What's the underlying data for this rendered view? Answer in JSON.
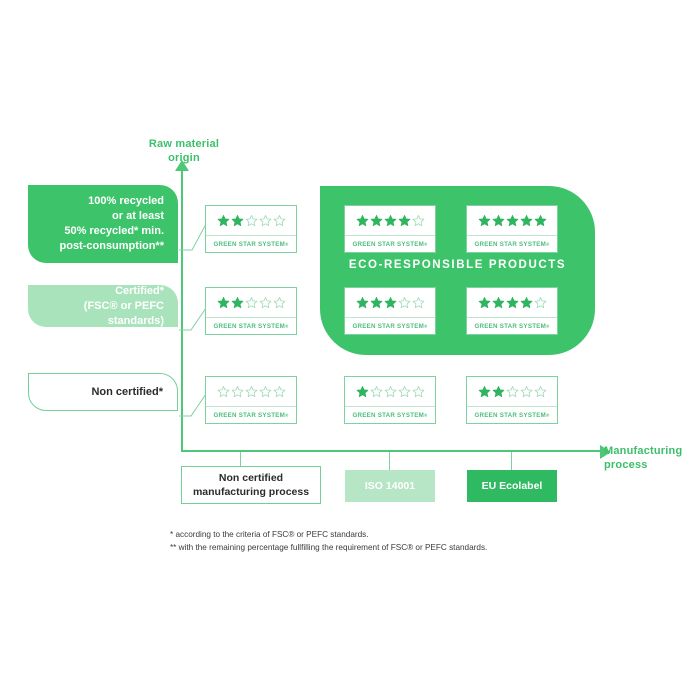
{
  "axes": {
    "y_label": "Raw material\norigin",
    "y_label_line1": "Raw material",
    "y_label_line2": "origin",
    "x_label_line1": "Manufacturing",
    "x_label_line2": "process"
  },
  "colors": {
    "green_dark": "#3dc46a",
    "green_mid": "#2fba62",
    "green_light": "#a9e3bb",
    "green_line": "#4cc878",
    "card_border": "#7dd2a0",
    "star_filled": "#2fb45f",
    "star_empty": "#ffffff",
    "star_empty_stroke": "#9bd9b3",
    "text_dark": "#2b2b2b"
  },
  "categories": [
    {
      "id": "recycled",
      "lines": [
        "100% recycled",
        "or at least",
        "50% recycled* min.",
        "post-consumption**"
      ],
      "style": "dark"
    },
    {
      "id": "certified",
      "lines": [
        "Certified*",
        "(FSC® or PEFC standards)"
      ],
      "style": "light"
    },
    {
      "id": "noncert",
      "lines": [
        "Non certified*"
      ],
      "style": "plain"
    }
  ],
  "eco_block": {
    "title": "ECO-RESPONSIBLE PRODUCTS"
  },
  "brand": {
    "name": "GREEN STAR SYSTEM",
    "trademark": "®",
    "max_stars": 5
  },
  "processes": [
    {
      "id": "none",
      "lines": [
        "Non certified",
        "manufacturing process"
      ],
      "style": "plain"
    },
    {
      "id": "iso",
      "lines": [
        "ISO 14001"
      ],
      "style": "light"
    },
    {
      "id": "eu",
      "lines": [
        "EU Ecolabel"
      ],
      "style": "dark"
    }
  ],
  "chart_data": {
    "type": "heatmap",
    "title": "Green Star System rating matrix",
    "xlabel": "Manufacturing process",
    "ylabel": "Raw material origin",
    "x_categories": [
      "Non certified manufacturing process",
      "ISO 14001",
      "EU Ecolabel"
    ],
    "y_categories": [
      "100% recycled or at least 50% recycled* min. post-consumption**",
      "Certified* (FSC® or PEFC standards)",
      "Non certified*"
    ],
    "values": [
      [
        2,
        4,
        5
      ],
      [
        2,
        3,
        4
      ],
      [
        0,
        1,
        2
      ]
    ],
    "value_unit": "stars (out of 5)",
    "highlight_region": {
      "label": "ECO-RESPONSIBLE PRODUCTS",
      "cells": [
        [
          0,
          1
        ],
        [
          0,
          2
        ],
        [
          1,
          1
        ],
        [
          1,
          2
        ]
      ]
    },
    "grid": false,
    "legend": "none"
  },
  "cards": [
    {
      "id": "r0c0",
      "stars": 2
    },
    {
      "id": "r0c1",
      "stars": 4
    },
    {
      "id": "r0c2",
      "stars": 5
    },
    {
      "id": "r1c0",
      "stars": 2
    },
    {
      "id": "r1c1",
      "stars": 3
    },
    {
      "id": "r1c2",
      "stars": 4
    },
    {
      "id": "r2c0",
      "stars": 0
    },
    {
      "id": "r2c1",
      "stars": 1
    },
    {
      "id": "r2c2",
      "stars": 2
    }
  ],
  "footnotes": [
    "* according to the criteria of FSC® or PEFC standards.",
    "** with the remaining percentage fullfilling the requirement of  FSC® or PEFC standards."
  ]
}
